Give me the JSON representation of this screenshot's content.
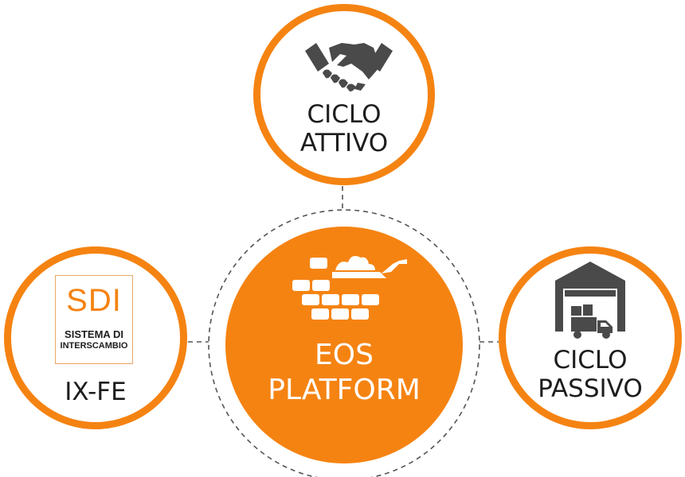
{
  "diagram": {
    "accent_color": "#f58312",
    "text_color": "#1d1d1d",
    "connector": "dashed-gray",
    "center": {
      "lines": [
        "EOS",
        "PLATFORM"
      ],
      "icon": "bricks-trowel-icon"
    },
    "nodes": {
      "top": {
        "lines": [
          "CICLO",
          "ATTIVO"
        ],
        "icon": "handshake-icon"
      },
      "right": {
        "lines": [
          "CICLO",
          "PASSIVO"
        ],
        "icon": "warehouse-truck-icon"
      },
      "left": {
        "lines": [
          "IX-FE"
        ],
        "logo": {
          "big_text": "SDI",
          "small_lines": [
            "SISTEMA DI",
            "INTERSCAMBIO"
          ]
        }
      }
    }
  }
}
